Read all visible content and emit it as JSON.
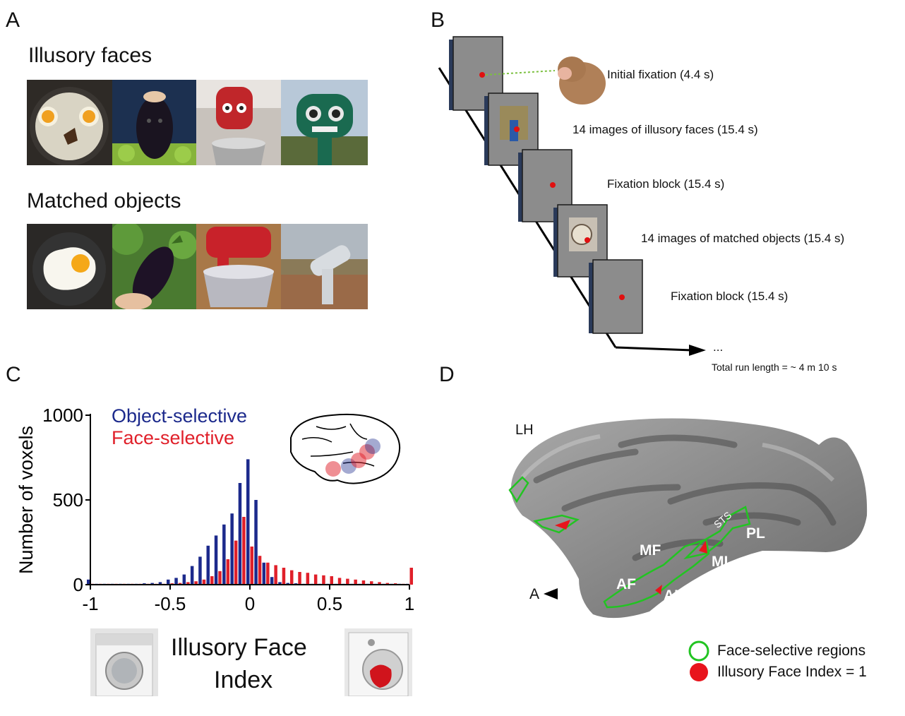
{
  "panels": {
    "a": "A",
    "b": "B",
    "c": "C",
    "d": "D"
  },
  "panel_a": {
    "illusory_heading": "Illusory faces",
    "matched_heading": "Matched objects"
  },
  "panel_b": {
    "steps": [
      "Initial fixation (4.4 s)",
      "14 images of illusory faces (15.4 s)",
      "Fixation block (15.4 s)",
      "14 images of matched objects (15.4 s)",
      "Fixation block (15.4 s)"
    ],
    "ellipsis": "...",
    "run_length": "Total run length = ~ 4 m 10 s"
  },
  "panel_c": {
    "legend_object": "Object-selective",
    "legend_face": "Face-selective",
    "caption_line1": "Illusory Face",
    "caption_line2": "Index"
  },
  "panel_d": {
    "hemisphere": "LH",
    "anterior": "A",
    "regions": [
      "PL",
      "ML",
      "MF",
      "AF",
      "AL"
    ],
    "sulcus": "STS",
    "legend_face_regions": "Face-selective regions",
    "legend_ifi": "Illusory Face Index = 1",
    "colors": {
      "outline": "#22c422",
      "ifi": "#e8141c"
    }
  },
  "chart_data": {
    "type": "bar",
    "xlabel": "",
    "ylabel": "Number of voxels",
    "xlim": [
      -1,
      1
    ],
    "ylim": [
      0,
      1000
    ],
    "xticks": [
      "-1",
      "-0.5",
      "0",
      "0.5",
      "1"
    ],
    "yticks": [
      "0",
      "500",
      "1000"
    ],
    "x": [
      -1.0,
      -0.95,
      -0.9,
      -0.85,
      -0.8,
      -0.75,
      -0.7,
      -0.65,
      -0.6,
      -0.55,
      -0.5,
      -0.45,
      -0.4,
      -0.35,
      -0.3,
      -0.25,
      -0.2,
      -0.15,
      -0.1,
      -0.05,
      0.0,
      0.05,
      0.1,
      0.15,
      0.2,
      0.25,
      0.3,
      0.35,
      0.4,
      0.45,
      0.5,
      0.55,
      0.6,
      0.65,
      0.7,
      0.75,
      0.8,
      0.85,
      0.9,
      0.95,
      1.0
    ],
    "series": [
      {
        "name": "Object-selective",
        "color": "#1c2a8c",
        "values": [
          30,
          5,
          5,
          5,
          5,
          5,
          5,
          8,
          10,
          15,
          30,
          40,
          60,
          110,
          165,
          230,
          290,
          355,
          420,
          600,
          740,
          500,
          130,
          45,
          15,
          10,
          8,
          5,
          5,
          5,
          5,
          5,
          5,
          5,
          5,
          5,
          5,
          5,
          5,
          5,
          5
        ]
      },
      {
        "name": "Face-selective",
        "color": "#e0202a",
        "values": [
          5,
          5,
          5,
          5,
          5,
          5,
          5,
          5,
          5,
          5,
          8,
          10,
          15,
          20,
          30,
          50,
          80,
          150,
          260,
          400,
          225,
          170,
          130,
          115,
          100,
          85,
          75,
          70,
          60,
          55,
          50,
          40,
          35,
          30,
          25,
          20,
          15,
          10,
          8,
          5,
          100
        ]
      }
    ]
  }
}
